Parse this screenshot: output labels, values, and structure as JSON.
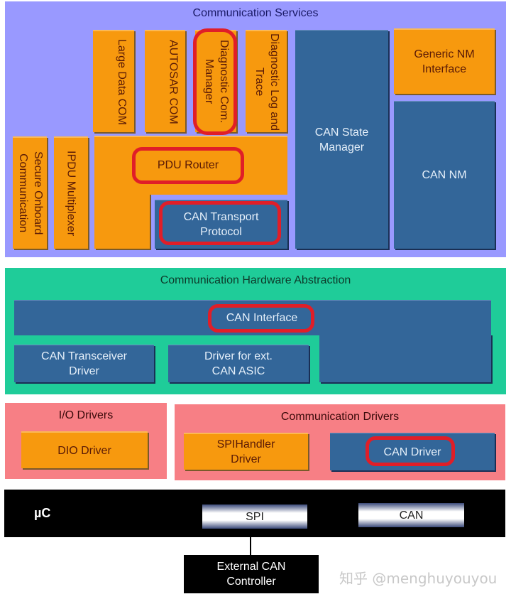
{
  "layers": {
    "communication_services": {
      "title": "Communication Services",
      "modules": {
        "large_data_com": "Large Data COM",
        "autosar_com": "AUTOSAR COM",
        "diagnostic_com_manager": "Diagnostic Com. Manager",
        "diagnostic_log_trace": "Diagnostic Log and Trace",
        "can_state_manager": "CAN State Manager",
        "generic_nm_interface": "Generic NM Interface",
        "can_nm": "CAN NM",
        "secure_onboard_communication": "Secure Onboard Communication",
        "ipdu_multiplexer": "IPDU Multiplexer",
        "pdu_router": "PDU Router",
        "can_transport_protocol": "CAN Transport Protocol"
      }
    },
    "communication_hardware_abstraction": {
      "title": "Communication Hardware Abstraction",
      "modules": {
        "can_interface": "CAN Interface",
        "can_transceiver_driver": "CAN Transceiver Driver",
        "driver_ext_can_asic": "Driver for ext. CAN ASIC"
      }
    },
    "io_drivers": {
      "title": "I/O Drivers",
      "modules": {
        "dio_driver": "DIO Driver"
      }
    },
    "communication_drivers": {
      "title": "Communication Drivers",
      "modules": {
        "spihandler_driver": "SPIHandler Driver",
        "can_driver": "CAN Driver"
      }
    },
    "microcontroller": {
      "title": "µC",
      "peripherals": {
        "spi": "SPI",
        "can": "CAN"
      }
    },
    "external": {
      "can_controller": "External CAN Controller"
    }
  },
  "highlighted": [
    "Diagnostic Com. Manager",
    "PDU Router",
    "CAN Transport Protocol",
    "CAN Interface",
    "CAN Driver"
  ],
  "watermark": "知乎 @menghuyouyou",
  "colors": {
    "services_bg": "#9999ff",
    "hw_abstraction_bg": "#1fcc99",
    "drivers_bg": "#f77f85",
    "module_orange": "#f7990e",
    "module_blue": "#336699",
    "highlight_red": "#e01e28",
    "mcu_black": "#000000"
  }
}
